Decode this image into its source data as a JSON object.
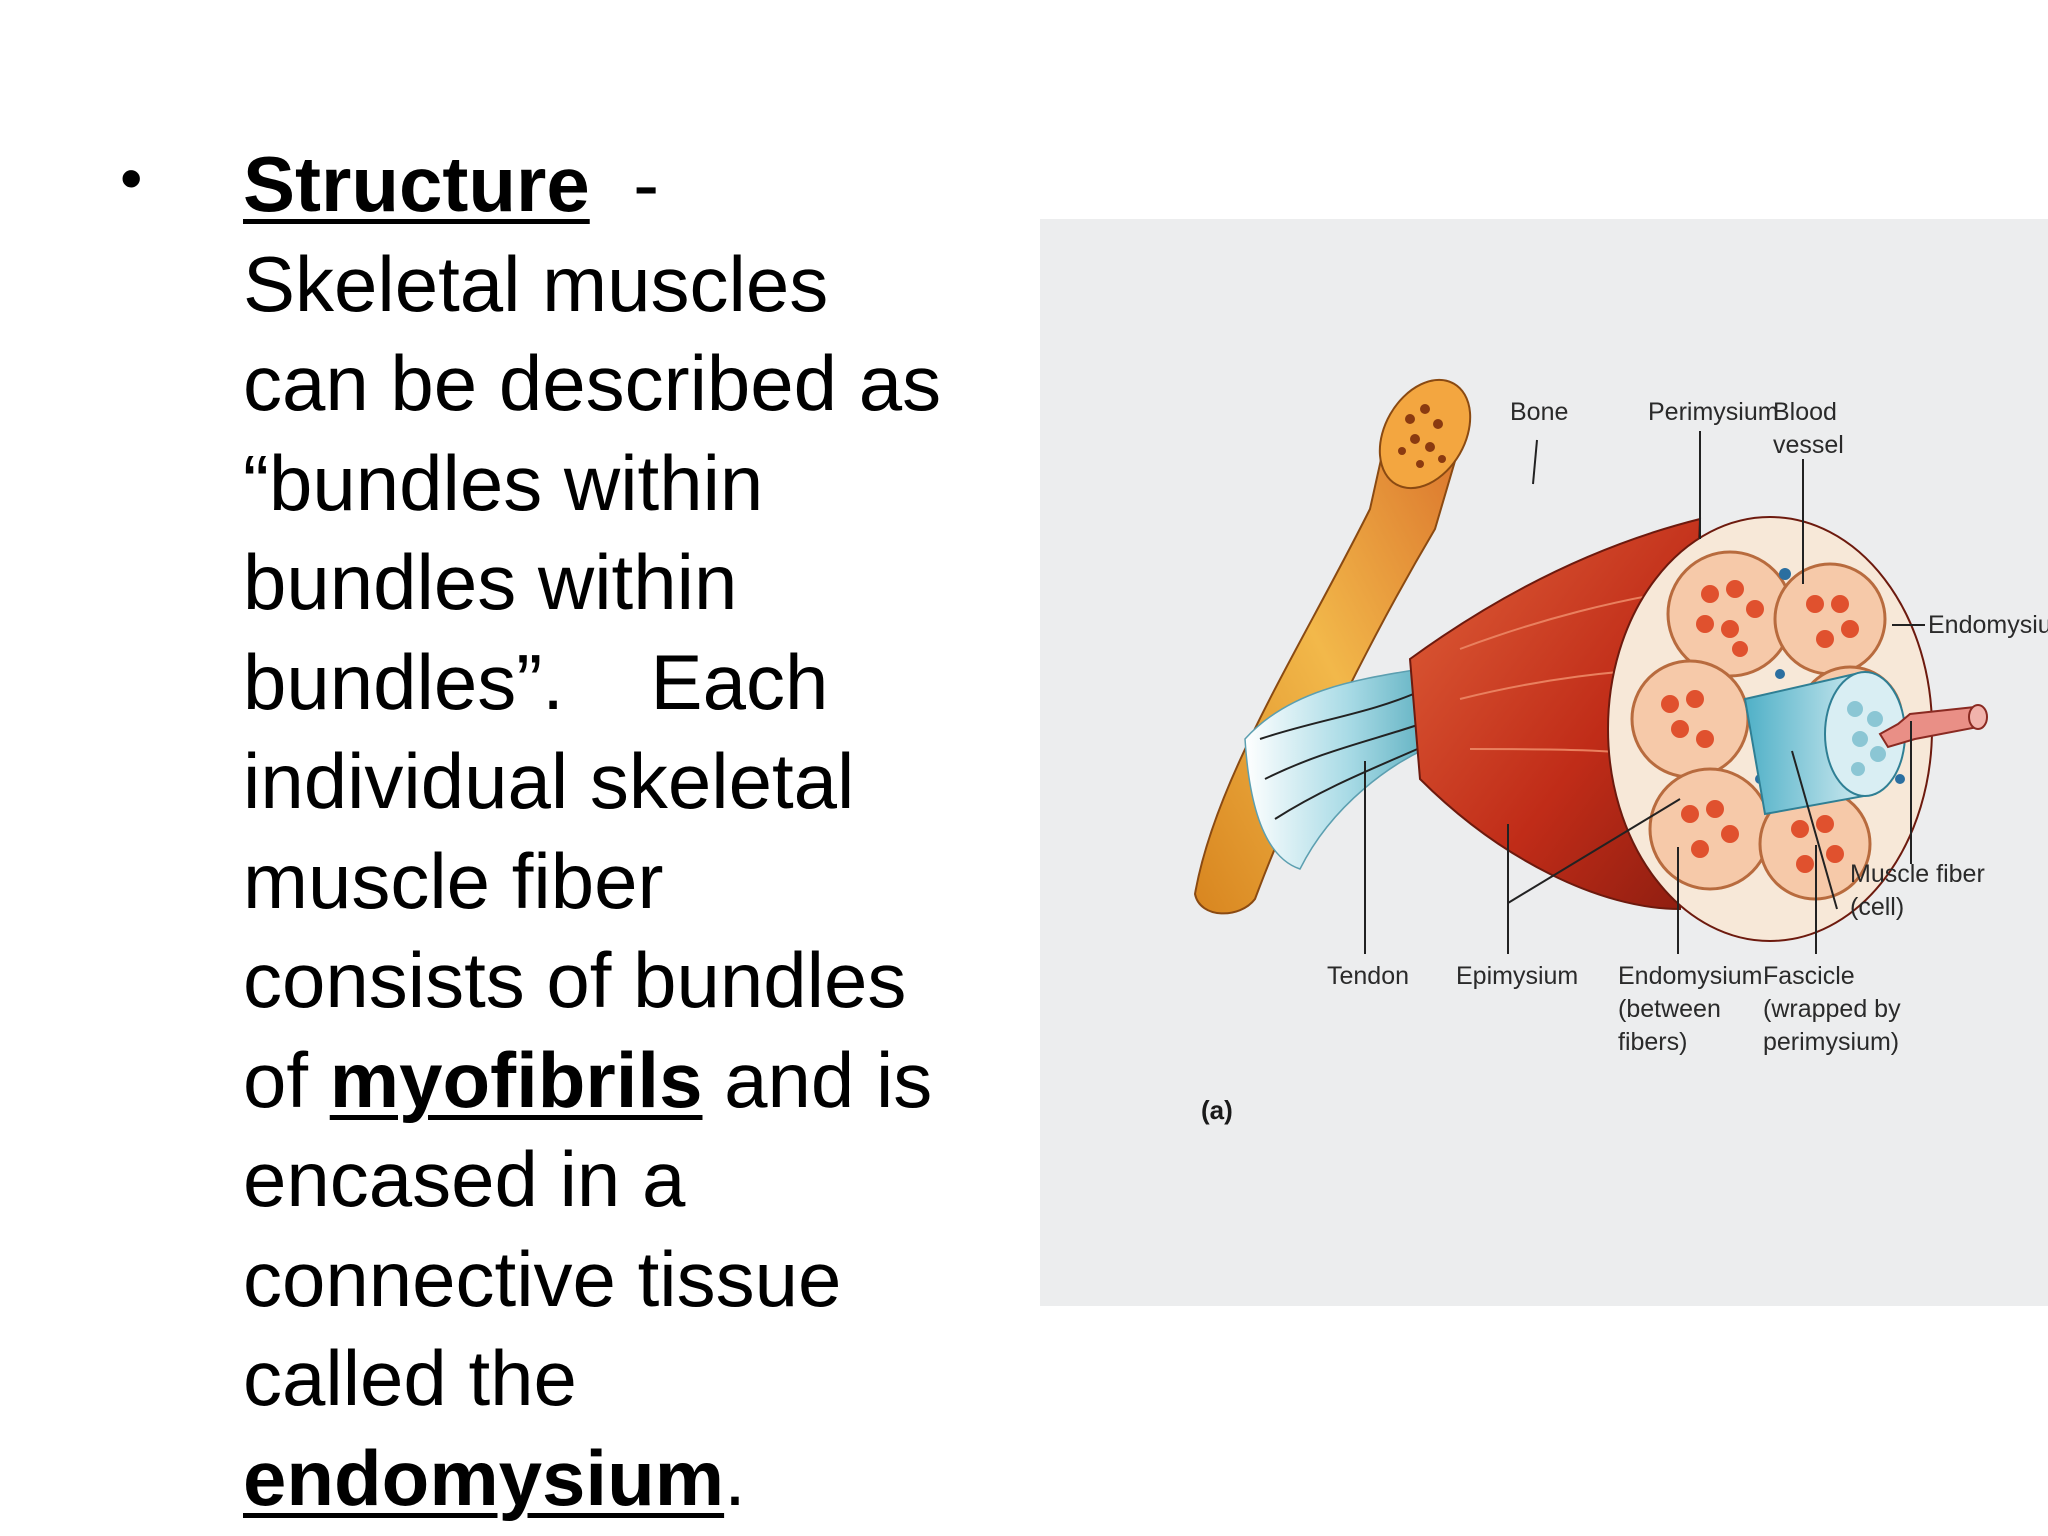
{
  "slide": {
    "bullet": "•",
    "heading": "Structure",
    "heading_suffix": "  -",
    "lines": [
      "Skeletal muscles",
      "can be described as",
      "“bundles within",
      "bundles within",
      "bundles”.    Each",
      "individual skeletal",
      "muscle fiber",
      "consists of bundles"
    ],
    "line9_prefix": "of ",
    "keyword_myofibrils": "myofibrils",
    "line9_suffix": " and is",
    "lines_after": [
      "encased in a",
      "connective tissue",
      "called the"
    ],
    "keyword_endomysium": "endomysium",
    "final_punct": "."
  },
  "figure": {
    "labels": {
      "bone": "Bone",
      "perimysium": "Perimysium",
      "blood_vessel_1": "Blood",
      "blood_vessel_2": "vessel",
      "endomysium_right": "Endomysium",
      "muscle_fiber_1": "Muscle fiber",
      "muscle_fiber_2": "(cell)",
      "tendon": "Tendon",
      "epimysium": "Epimysium",
      "endomysium_bottom_1": "Endomysium",
      "endomysium_bottom_2": "(between",
      "endomysium_bottom_3": "fibers)",
      "fascicle_1": "Fascicle",
      "fascicle_2": "(wrapped by",
      "fascicle_3": "perimysium)",
      "panel": "(a)"
    },
    "colors": {
      "background": "#ecedee",
      "bone": "#e39a2f",
      "muscle": "#c9341c",
      "tendon": "#8fc6d3",
      "fascicle_fill": "#f6c9a9",
      "fiber": "#e0512e",
      "vessel": "#e98f86"
    }
  }
}
